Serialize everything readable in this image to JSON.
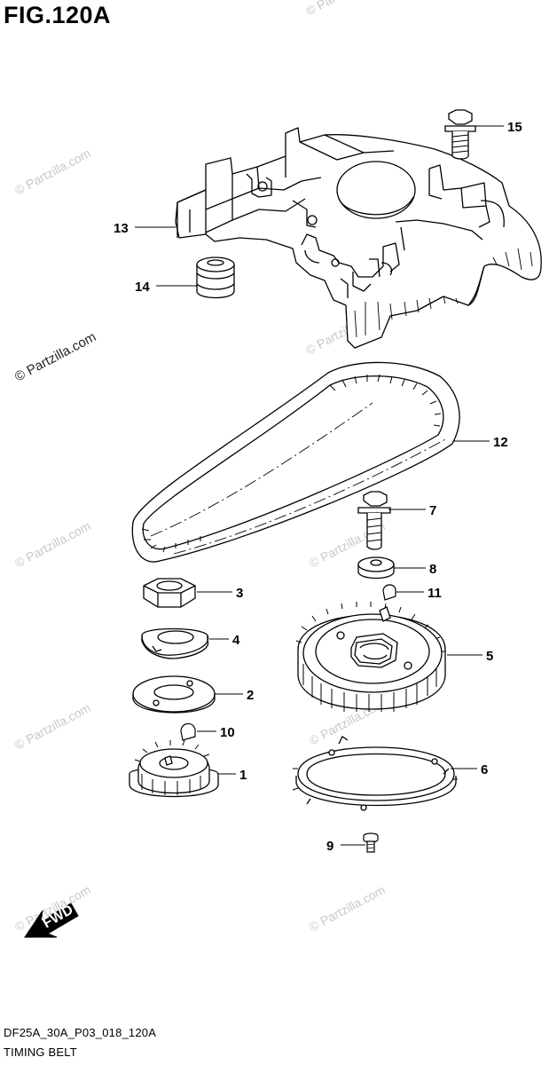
{
  "figure": {
    "title": "FIG.120A",
    "code": "DF25A_30A_P03_018_120A",
    "caption": "TIMING BELT"
  },
  "watermark": {
    "text": "© Partzilla.com",
    "color": "#c8c8c8",
    "dark_color": "#222222"
  },
  "direction_marker": {
    "label": "FWD",
    "icon": "fwd-arrow-icon"
  },
  "callouts": {
    "c1": "1",
    "c2": "2",
    "c3": "3",
    "c4": "4",
    "c5": "5",
    "c6": "6",
    "c7": "7",
    "c8": "8",
    "c9": "9",
    "c10": "10",
    "c11": "11",
    "c12": "12",
    "c13": "13",
    "c14": "14",
    "c15": "15"
  },
  "colors": {
    "line": "#000000",
    "background": "#ffffff"
  }
}
